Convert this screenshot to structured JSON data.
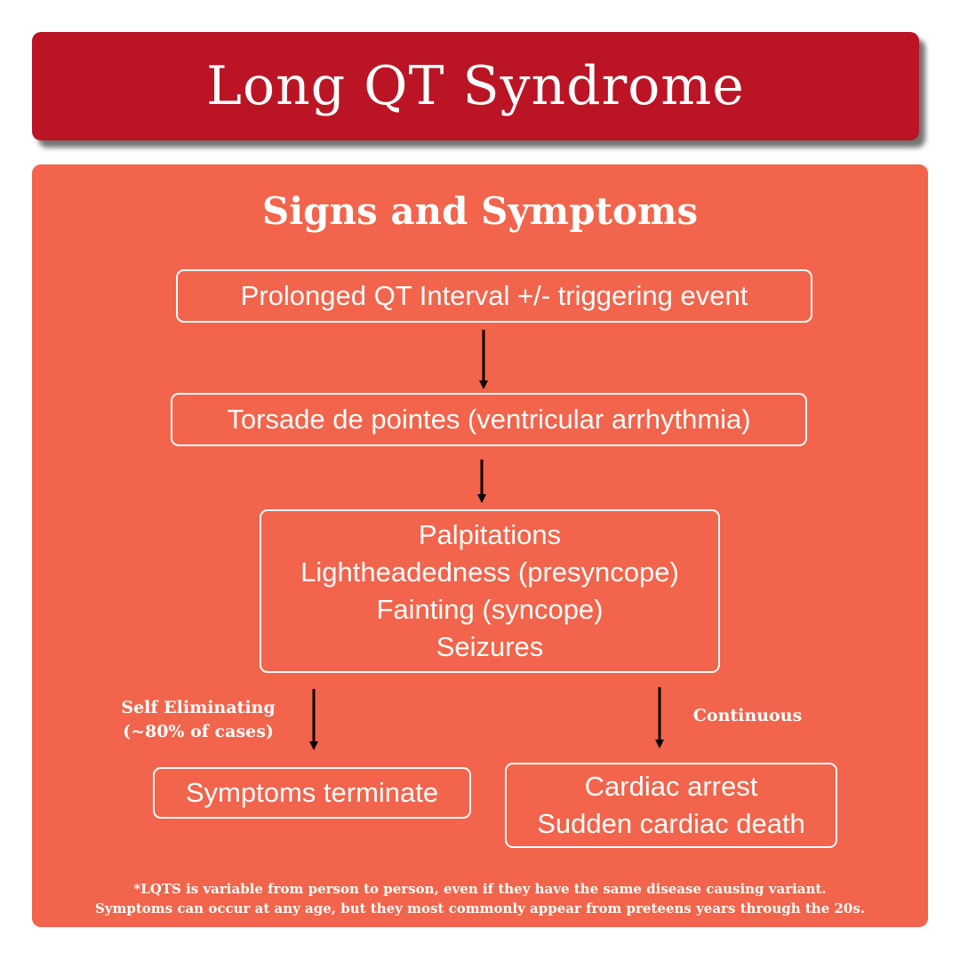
{
  "header": {
    "title": "Long QT Syndrome"
  },
  "panel": {
    "title": "Signs and Symptoms"
  },
  "flow": {
    "trigger": "Prolonged QT Interval +/- triggering event",
    "arrhythmia": "Torsade de pointes (ventricular arrhythmia)",
    "symptoms": [
      "Palpitations",
      "Lightheadedness (presyncope)",
      "Fainting (syncope)",
      "Seizures"
    ],
    "left_branch": {
      "label_line1": "Self Eliminating",
      "label_line2": "(~80% of cases)",
      "outcome": "Symptoms terminate"
    },
    "right_branch": {
      "label": "Continuous",
      "outcome_line1": "Cardiac arrest",
      "outcome_line2": "Sudden cardiac death"
    }
  },
  "footnote": {
    "line1": "*LQTS is variable from person to person, even if they have the same disease causing variant.",
    "line2": "Symptoms can occur at any age, but they most commonly appear from preteens years through the 20s."
  },
  "colors": {
    "banner": "#bb1424",
    "panel": "#f2644b",
    "text": "#ffffff",
    "arrow": "#000000"
  }
}
